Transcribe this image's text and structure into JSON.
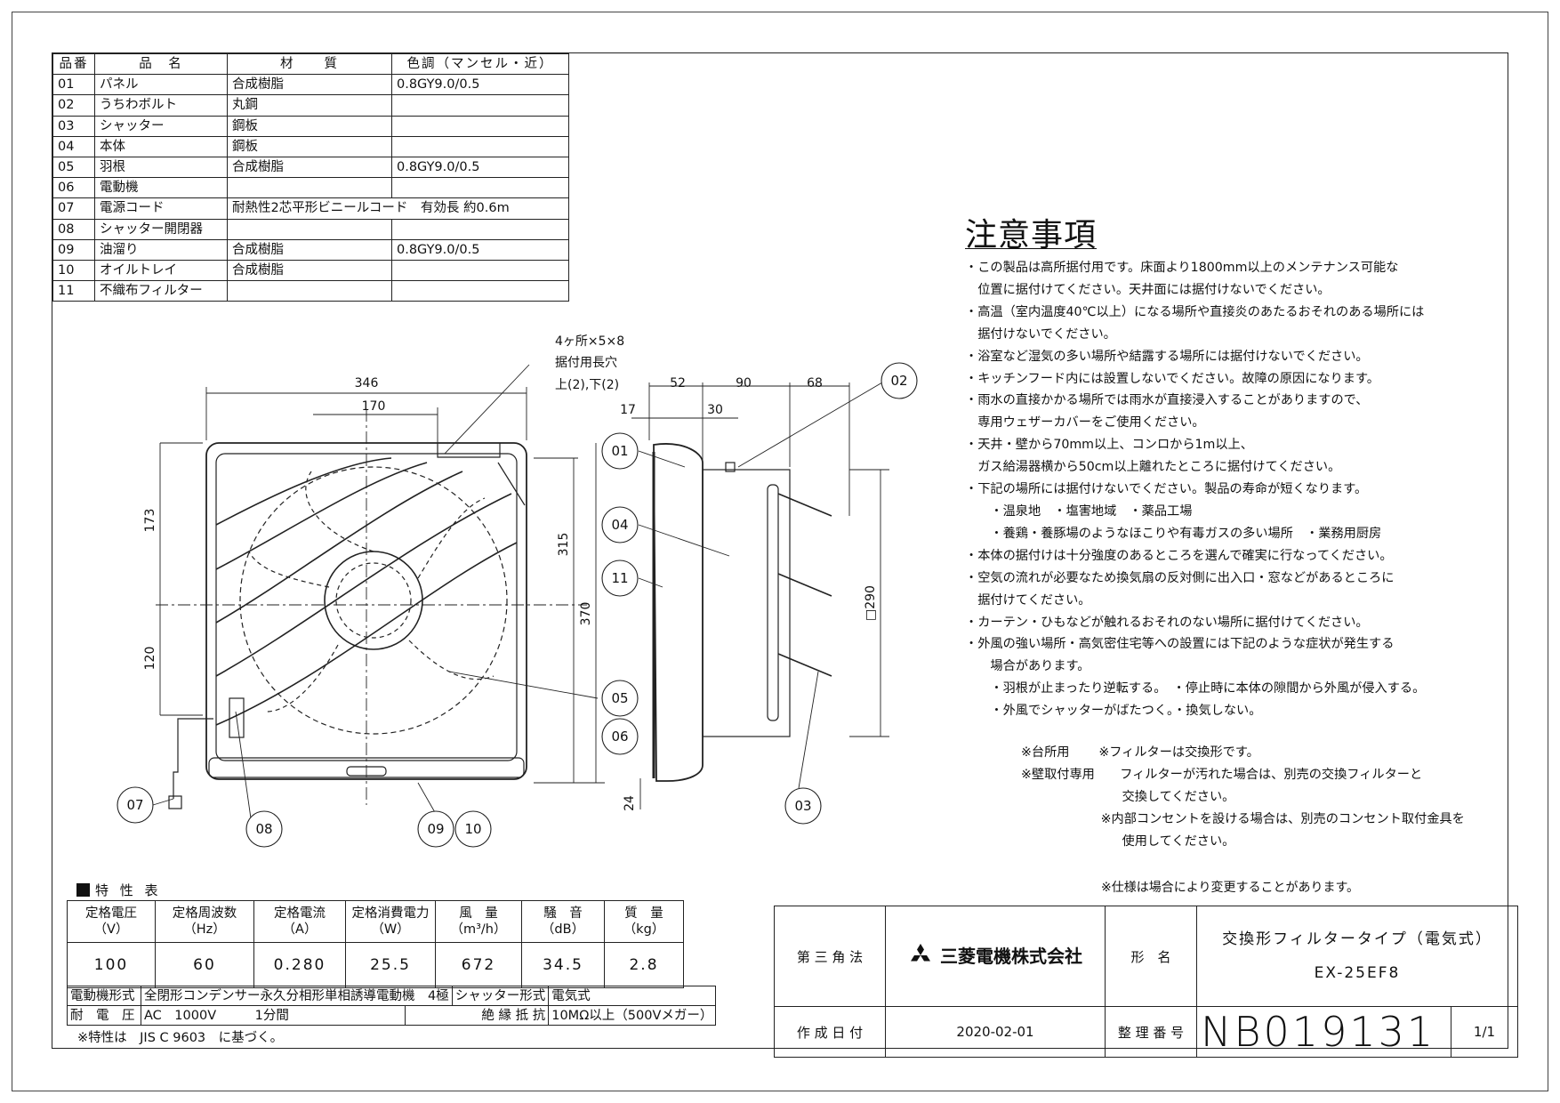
{
  "parts_table": {
    "headers": [
      "品番",
      "品　名",
      "材　　質",
      "色調（マンセル・近）"
    ],
    "rows": [
      {
        "no": "01",
        "name": "パネル",
        "material": "合成樹脂",
        "color": "0.8GY9.0/0.5"
      },
      {
        "no": "02",
        "name": "うちわボルト",
        "material": "丸鋼",
        "color": ""
      },
      {
        "no": "03",
        "name": "シャッター",
        "material": "鋼板",
        "color": ""
      },
      {
        "no": "04",
        "name": "本体",
        "material": "鋼板",
        "color": ""
      },
      {
        "no": "05",
        "name": "羽根",
        "material": "合成樹脂",
        "color": "0.8GY9.0/0.5"
      },
      {
        "no": "06",
        "name": "電動機",
        "material": "",
        "color": ""
      },
      {
        "no": "07",
        "name": "電源コード",
        "material": "耐熱性2芯平形ビニールコード　有効長 約0.6m",
        "color": ""
      },
      {
        "no": "08",
        "name": "シャッター開閉器",
        "material": "",
        "color": ""
      },
      {
        "no": "09",
        "name": "油溜り",
        "material": "合成樹脂",
        "color": "0.8GY9.0/0.5"
      },
      {
        "no": "10",
        "name": "オイルトレイ",
        "material": "合成樹脂",
        "color": ""
      },
      {
        "no": "11",
        "name": "不織布フィルター",
        "material": "",
        "color": ""
      }
    ]
  },
  "drawing": {
    "front": {
      "dim_width": "346",
      "dim_half": "170",
      "dim_top": "173",
      "dim_bottom": "120",
      "dim_inner_h": "315",
      "dim_outer_h": "370",
      "slot_note": [
        "4ヶ所×5×8",
        "据付用長穴",
        "上(2),下(2)"
      ]
    },
    "side": {
      "dim_52": "52",
      "dim_90": "90",
      "dim_68": "68",
      "dim_17": "17",
      "dim_30": "30",
      "dim_24": "24",
      "dim_290": "□290"
    },
    "balloons": {
      "b01": "01",
      "b02": "02",
      "b03": "03",
      "b04": "04",
      "b05": "05",
      "b06": "06",
      "b07": "07",
      "b08": "08",
      "b09": "09",
      "b10": "10",
      "b11": "11"
    }
  },
  "notes": {
    "title": "注意事項",
    "lines": [
      "・この製品は高所据付用です。床面より1800mm以上のメンテナンス可能な",
      "　位置に据付けてください。天井面には据付けないでください。",
      "・高温（室内温度40℃以上）になる場所や直接炎のあたるおそれのある場所には",
      "　据付けないでください。",
      "・浴室など湿気の多い場所や結露する場所には据付けないでください。",
      "・キッチンフード内には設置しないでください。故障の原因になります。",
      "・雨水の直接かかる場所では雨水が直接浸入することがありますので、",
      "　専用ウェザーカバーをご使用ください。",
      "・天井・壁から70mm以上、コンロから1m以上、",
      "　ガス給湯器横から50cm以上離れたところに据付けてください。",
      "・下記の場所には据付けないでください。製品の寿命が短くなります。",
      "　　・温泉地　・塩害地域　・薬品工場",
      "　　・養鶏・養豚場のようなほこりや有毒ガスの多い場所　・業務用厨房",
      "・本体の据付けは十分強度のあるところを選んで確実に行なってください。",
      "・空気の流れが必要なため換気扇の反対側に出入口・窓などがあるところに",
      "　据付けてください。",
      "・カーテン・ひもなどが触れるおそれのない場所に据付けてください。",
      "・外風の強い場所・高気密住宅等への設置には下記のような症状が発生する",
      "　　場合があります。",
      "　　・羽根が止まったり逆転する。　・停止時に本体の隙間から外風が侵入する。",
      "　　・外風でシャッターがばたつく。・換気しない。"
    ]
  },
  "memo": {
    "lines": [
      "※台所用　　 ※フィルターは交換形です。",
      "※壁取付専用　　フィルターが汚れた場合は、別売の交換フィルターと",
      "　　　　　　　　交換してください。",
      "　　　　　　 ※内部コンセントを設ける場合は、別売のコンセント取付金具を",
      "　　　　　　　　使用してください。"
    ],
    "spec_change": "※仕様は場合により変更することがあります。"
  },
  "spec": {
    "title": "特 性 表",
    "headers": [
      {
        "name": "定格電圧",
        "unit": "（V）"
      },
      {
        "name": "定格周波数",
        "unit": "（Hz）"
      },
      {
        "name": "定格電流",
        "unit": "（A）"
      },
      {
        "name": "定格消費電力",
        "unit": "（W）"
      },
      {
        "name": "風　量",
        "unit": "（m³/h）"
      },
      {
        "name": "騒　音",
        "unit": "（dB）"
      },
      {
        "name": "質　量",
        "unit": "（kg）"
      }
    ],
    "values": [
      "100",
      "60",
      "0.280",
      "25.5",
      "672",
      "34.5",
      "2.8"
    ],
    "motor_type_label": "電動機形式",
    "motor_type": "全閉形コンデンサー永久分相形単相誘導電動機　4極",
    "shutter_type_label": "シャッター形式",
    "shutter_type": "電気式",
    "withstand_label": "耐　電　圧",
    "withstand": "AC　1000V　　　1分間",
    "insulation_label": "絶 縁 抵 抗",
    "insulation": "10MΩ以上（500Vメガー）",
    "footnote": "※特性は　JIS C 9603　に基づく。"
  },
  "title_block": {
    "projection": "第 三 角 法",
    "company": "三菱電機株式会社",
    "model_label": "形　名",
    "model_desc": "交換形フィルタータイプ（電気式）",
    "model_code": "EX-25EF8",
    "date_label": "作 成 日 付",
    "date": "2020-02-01",
    "number_label": "整 理 番 号",
    "number": "NB019131",
    "sheet": "1/1"
  }
}
